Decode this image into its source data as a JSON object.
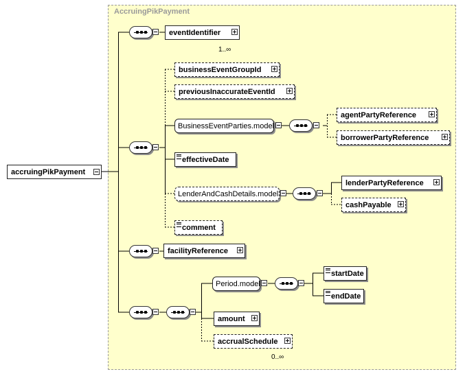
{
  "group_title": "AccruingPikPayment",
  "root": "accruingPikPayment",
  "elements": {
    "eventIdentifier": "eventIdentifier",
    "eventIdentifier_card": "1..∞",
    "businessEventGroupId": "businessEventGroupId",
    "previousInaccurateEventId": "previousInaccurateEventId",
    "businessEventPartiesModel": "BusinessEventParties.model",
    "agentPartyReference": "agentPartyReference",
    "borrowerPartyReference": "borrowerPartyReference",
    "effectiveDate": "effectiveDate",
    "lenderAndCashDetailsModel": "LenderAndCashDetails.model",
    "lenderPartyReference": "lenderPartyReference",
    "cashPayable": "cashPayable",
    "comment": "comment",
    "facilityReference": "facilityReference",
    "periodModel": "Period.model",
    "startDate": "startDate",
    "endDate": "endDate",
    "amount": "amount",
    "accrualSchedule": "accrualSchedule",
    "accrualSchedule_card": "0..∞"
  }
}
